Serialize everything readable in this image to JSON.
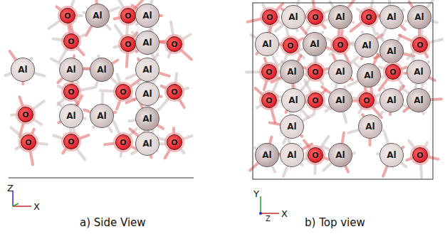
{
  "diagram": {
    "nodes": [
      {
        "text": [
          "O"
        ]
      },
      {
        "text": [
          "Al"
        ]
      },
      {
        "text": [
          "O"
        ]
      },
      {
        "text": [
          "Al"
        ]
      },
      {
        "text": [
          "O"
        ]
      },
      {
        "text": [
          "O"
        ]
      },
      {
        "text": [
          "Al"
        ]
      },
      {
        "text": [
          "O"
        ]
      },
      {
        "text": [
          "Al"
        ]
      },
      {
        "text": [
          "Al"
        ]
      },
      {
        "text": [
          "Al"
        ]
      },
      {
        "text": [
          "Al"
        ]
      },
      {
        "text": [
          "O"
        ]
      },
      {
        "text": [
          "O"
        ]
      },
      {
        "text": [
          "Al"
        ]
      },
      {
        "text": [
          "O"
        ]
      },
      {
        "text": [
          "O"
        ]
      },
      {
        "text": [
          "Al"
        ]
      },
      {
        "text": [
          "Al"
        ]
      },
      {
        "text": [
          "Al"
        ]
      },
      {
        "text": [
          "O"
        ]
      },
      {
        "text": [
          "O"
        ]
      },
      {
        "text": [
          "O"
        ]
      },
      {
        "text": [
          "Al"
        ]
      },
      {
        "text": [
          "O"
        ]
      },
      {
        "text": [
          "O"
        ]
      },
      {
        "text": [
          "Al"
        ]
      },
      {
        "text": [
          "O"
        ]
      },
      {
        "text": [
          "Al"
        ]
      },
      {
        "text": [
          "O"
        ]
      },
      {
        "text": [
          "Al"
        ]
      },
      {
        "text": [
          "Al"
        ]
      },
      {
        "text": [
          "Al"
        ]
      },
      {
        "text": [
          "O"
        ]
      },
      {
        "text": [
          "Al"
        ]
      },
      {
        "text": [
          "O"
        ]
      },
      {
        "text": [
          "Al"
        ]
      },
      {
        "text": [
          "Al"
        ]
      },
      {
        "text": [
          "O"
        ]
      },
      {
        "text": [
          "O"
        ]
      },
      {
        "text": [
          "Al"
        ]
      },
      {
        "text": [
          "O"
        ]
      },
      {
        "text": [
          "Al"
        ]
      },
      {
        "text": [
          "Al"
        ]
      },
      {
        "text": [
          "O"
        ]
      },
      {
        "text": [
          "Al"
        ]
      },
      {
        "text": [
          "O"
        ]
      },
      {
        "text": [
          "Al"
        ]
      },
      {
        "text": [
          "O"
        ]
      },
      {
        "text": [
          "Al"
        ]
      },
      {
        "text": [
          "O"
        ]
      },
      {
        "text": [
          "Al"
        ]
      },
      {
        "text": [
          "Al"
        ]
      },
      {
        "text": [
          "Al"
        ]
      },
      {
        "text": [
          "Al"
        ]
      },
      {
        "text": [
          "Al"
        ]
      },
      {
        "text": [
          "Al"
        ]
      },
      {
        "text": [
          "O"
        ]
      },
      {
        "text": [
          "Al"
        ]
      },
      {
        "text": [
          "Al"
        ]
      },
      {
        "text": [
          "O"
        ]
      }
    ],
    "labels": [
      "Z",
      "X",
      "Y",
      "Z",
      "X",
      "a) Side View",
      "b) Top view"
    ]
  }
}
